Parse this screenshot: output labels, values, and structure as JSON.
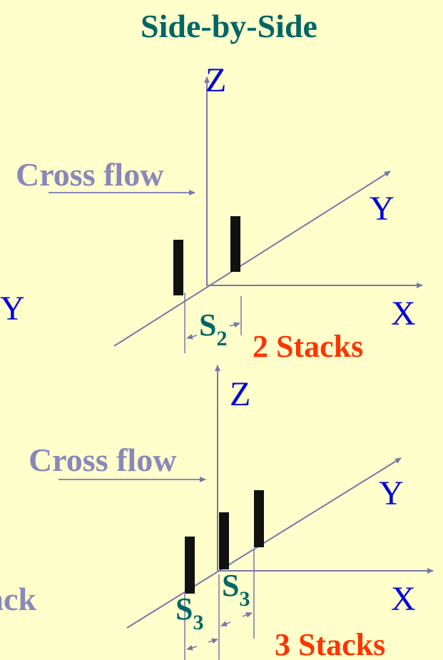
{
  "title": "Side-by-Side",
  "colors": {
    "background": "#ffffcc",
    "title": "#006666",
    "axis_label": "#0000dd",
    "axis_line": "#7777aa",
    "flow_label": "#8888bb",
    "stacks_label": "#ff3300",
    "stack_fill": "#111111",
    "spacing_label": "#006666"
  },
  "diagram_top": {
    "axis_z": "Z",
    "axis_y": "Y",
    "axis_x": "X",
    "left_label": "Y",
    "flow_label": "Cross flow",
    "spacing_label": "S",
    "spacing_sub": "2",
    "stacks_label": "2 Stacks"
  },
  "diagram_bottom": {
    "axis_z": "Z",
    "axis_y": "Y",
    "axis_x": "X",
    "left_label": "ack",
    "flow_label": "Cross flow",
    "spacing_label_1": "S",
    "spacing_sub_1": "3",
    "spacing_label_2": "S",
    "spacing_sub_2": "3",
    "stacks_label": "3 Stacks"
  }
}
